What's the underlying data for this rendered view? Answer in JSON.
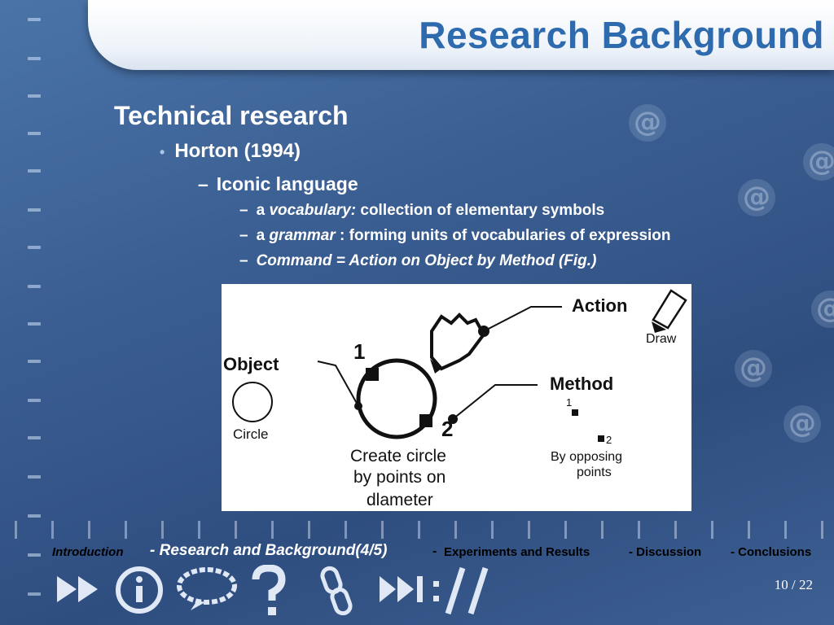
{
  "slide": {
    "title": "Research Background",
    "heading": "Technical research",
    "bullet": "Horton (1994)",
    "bullet_mark": "•",
    "sub_heading": "Iconic language",
    "dash_mark": "–",
    "items": {
      "vocab_pre": "a",
      "vocab_em": "vocabulary:",
      "vocab_post": "collection of elementary symbols",
      "grammar_pre": "a",
      "grammar_em": "grammar",
      "grammar_post": ": forming units of vocabularies of expression",
      "command": "Command = Action on Object by Method  (Fig.)"
    }
  },
  "figure": {
    "object_label": "Object",
    "circle_label": "Circle",
    "num_1": "1",
    "num_2": "2",
    "action_label": "Action",
    "draw_label": "Draw",
    "method_label": "Method",
    "method_num_1": "1",
    "method_num_2": "2",
    "method_caption_1": "By opposing",
    "method_caption_2": "points",
    "create_line_1": "Create circle",
    "create_line_2": "by points on",
    "create_line_3": "dlameter"
  },
  "nav": {
    "intro": "Introduction",
    "research": "- Research and Background(4/5)",
    "sep": "-",
    "experiments": "Experiments and Results",
    "discussion": "- Discussion",
    "conclusions": "- Conclusions"
  },
  "page_counter": "10 / 22",
  "icons": [
    "fast-forward-icon",
    "info-icon",
    "chat-bubble-icon",
    "question-mark-icon",
    "chain-link-icon",
    "skip-end-icon",
    "url-slash-icon"
  ],
  "colors": {
    "title": "#2d6aae",
    "background": "#3b5f93",
    "bullet_mark": "#a9c6ea"
  }
}
